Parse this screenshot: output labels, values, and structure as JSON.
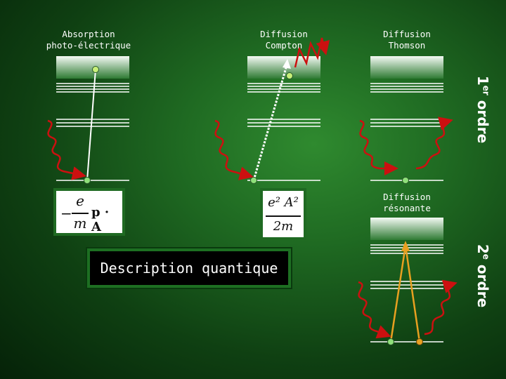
{
  "labels": {
    "photoelectric": [
      "Absorption",
      "photo-électrique"
    ],
    "compton": [
      "Diffusion",
      "Compton"
    ],
    "thomson": [
      "Diffusion",
      "Thomson"
    ],
    "resonant": [
      "Diffusion",
      "résonante"
    ]
  },
  "orders": {
    "first": {
      "number": "1",
      "suffix": "er",
      "word": " ordre"
    },
    "second": {
      "number": "2",
      "suffix": "e",
      "word": " ordre"
    }
  },
  "formulas": {
    "photoelectric": {
      "minus": "−",
      "numerator": "e",
      "denominator": "m",
      "operator": "p · A"
    },
    "compton": {
      "numerator": "e² A²",
      "denominator": "2m"
    }
  },
  "title": "Description quantique",
  "colors": {
    "photon": "#cc1010",
    "level_dot": "#8fe07a",
    "resonant_dot": "#e8a020",
    "band_top": "#f2f8f2"
  }
}
